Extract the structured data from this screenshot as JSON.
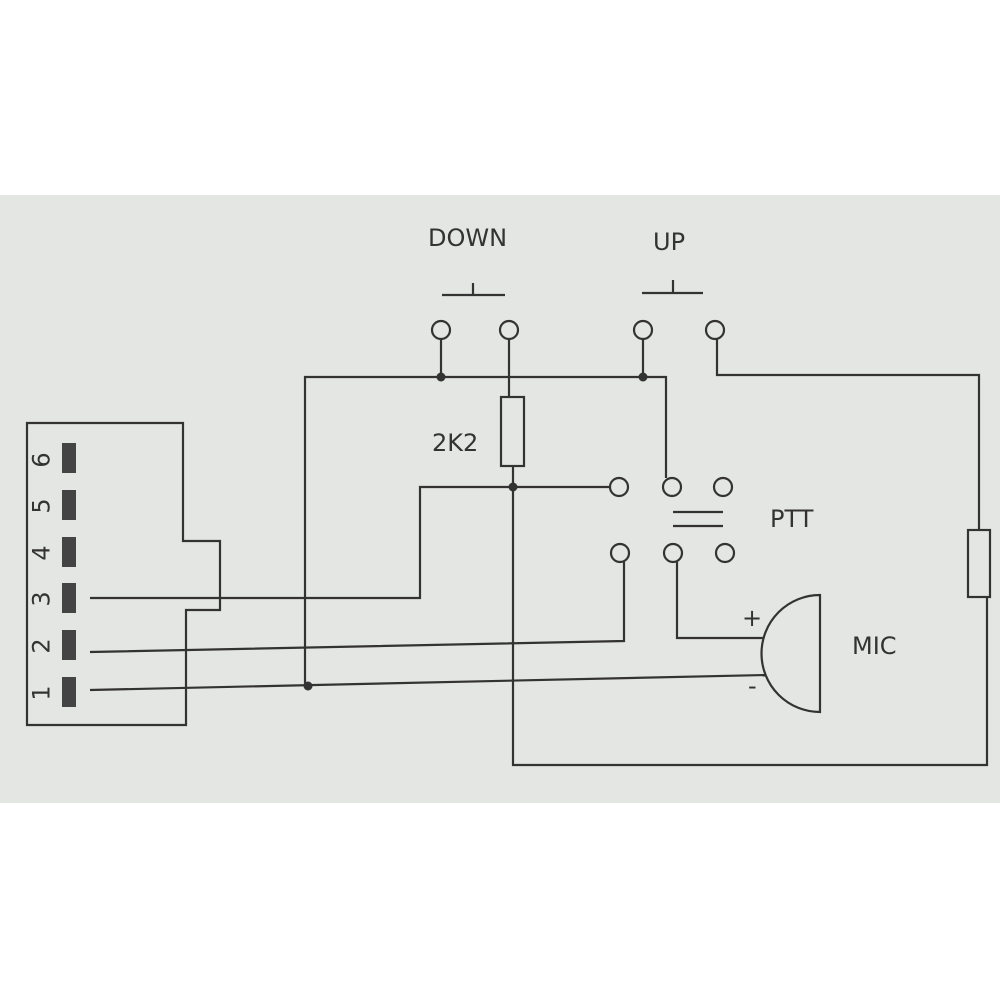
{
  "labels": {
    "down": "DOWN",
    "up": "UP",
    "resistor": "2K2",
    "ptt": "PTT",
    "mic": "MIC",
    "plus": "+",
    "minus": "-"
  },
  "connector": {
    "pins": [
      "1",
      "2",
      "3",
      "4",
      "5",
      "6"
    ]
  },
  "colors": {
    "ink": "#333333",
    "paper": "#e4e6e3"
  }
}
